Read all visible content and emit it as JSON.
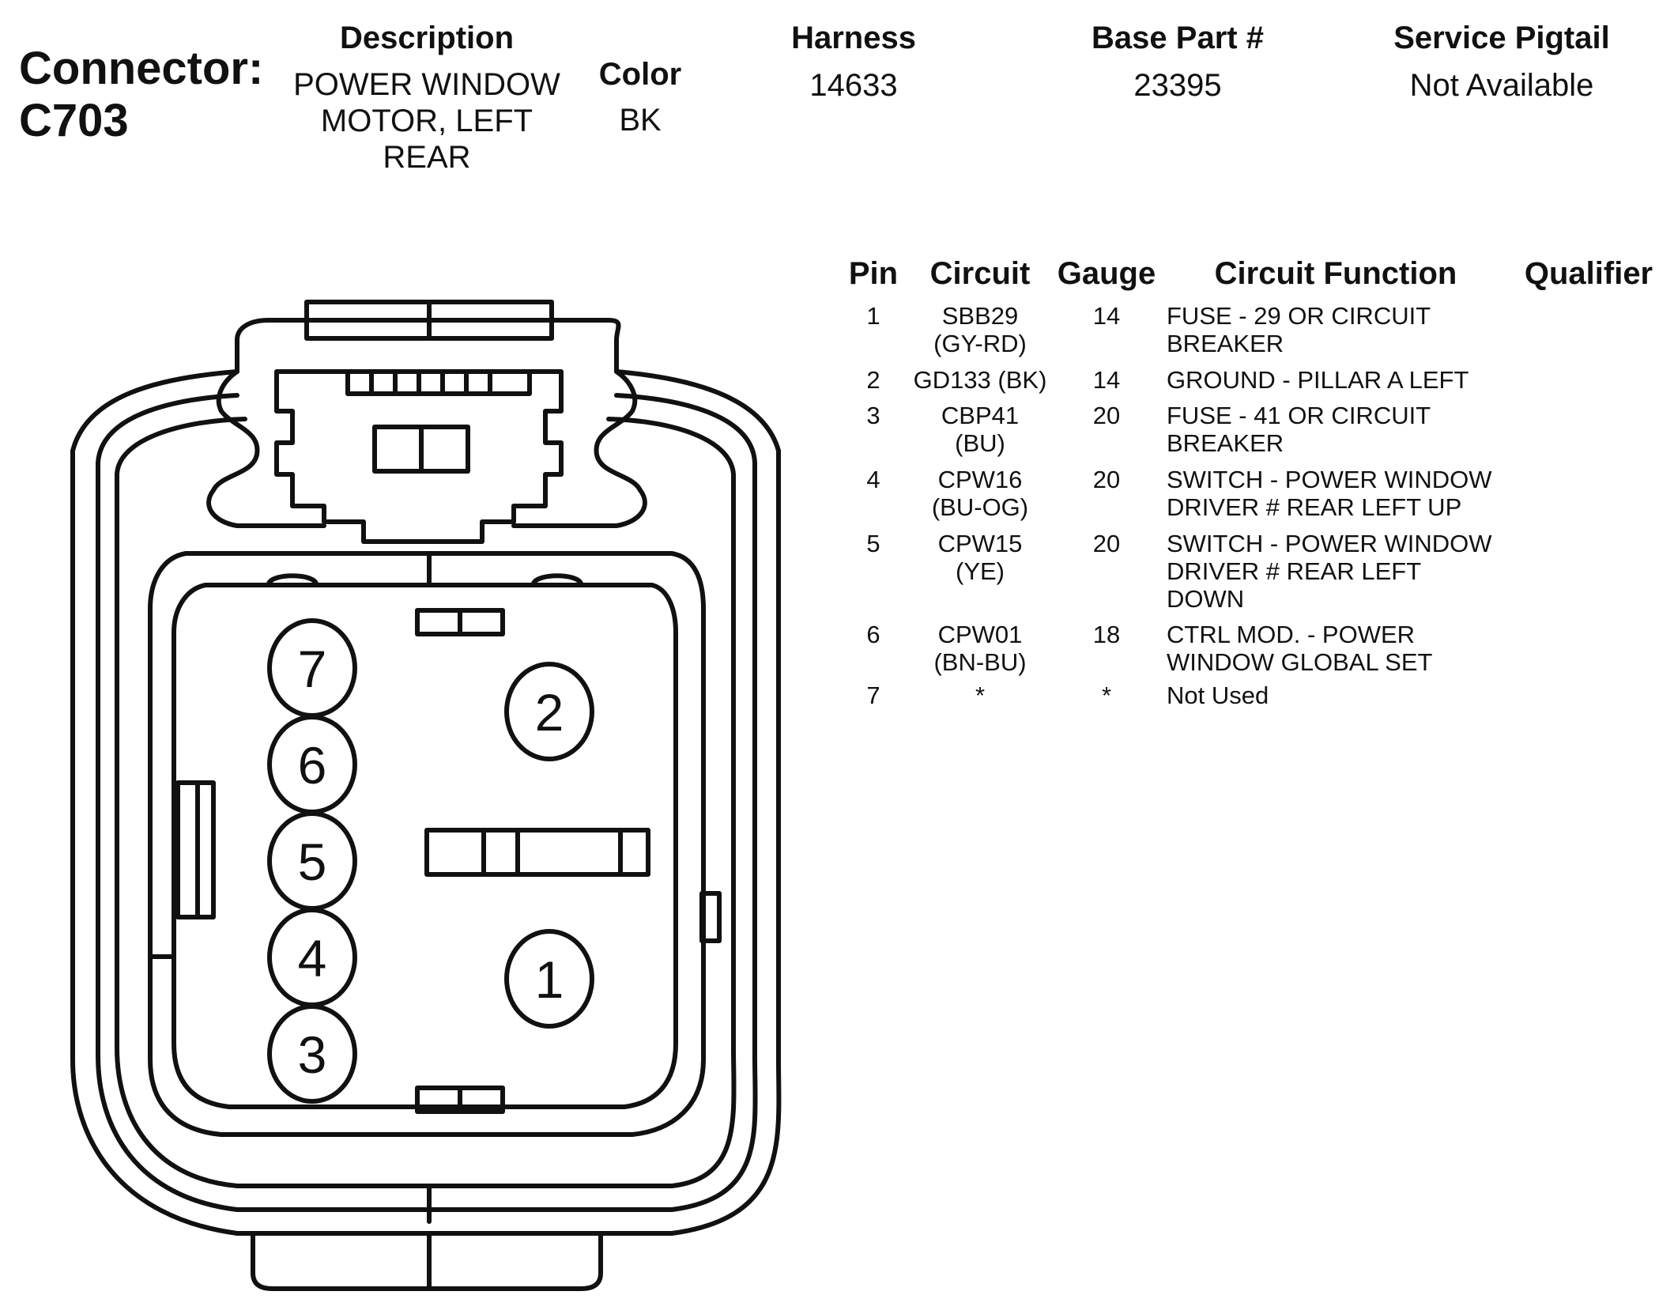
{
  "header": {
    "connector_label": "Connector:",
    "connector_id": "C703",
    "description_heading": "Description",
    "description_lines": [
      "POWER WINDOW",
      "MOTOR, LEFT",
      "REAR"
    ],
    "color_heading": "Color",
    "color_value": "BK",
    "harness_heading": "Harness",
    "harness_value": "14633",
    "base_part_heading": "Base Part #",
    "base_part_value": "23395",
    "service_pigtail_heading": "Service Pigtail",
    "service_pigtail_value": "Not Available"
  },
  "pin_table": {
    "headers": {
      "pin": "Pin",
      "circuit": "Circuit",
      "gauge": "Gauge",
      "function": "Circuit Function",
      "qualifier": "Qualifier"
    },
    "rows": [
      {
        "pin": "1",
        "circuit": [
          "SBB29",
          "(GY-RD)"
        ],
        "gauge": "14",
        "function": [
          "FUSE - 29 OR CIRCUIT",
          "BREAKER"
        ],
        "qualifier": ""
      },
      {
        "pin": "2",
        "circuit": [
          "GD133 (BK)"
        ],
        "gauge": "14",
        "function": [
          "GROUND - PILLAR A LEFT"
        ],
        "qualifier": ""
      },
      {
        "pin": "3",
        "circuit": [
          "CBP41",
          "(BU)"
        ],
        "gauge": "20",
        "function": [
          "FUSE - 41 OR CIRCUIT",
          "BREAKER"
        ],
        "qualifier": ""
      },
      {
        "pin": "4",
        "circuit": [
          "CPW16",
          "(BU-OG)"
        ],
        "gauge": "20",
        "function": [
          "SWITCH - POWER WINDOW",
          "DRIVER # REAR LEFT UP"
        ],
        "qualifier": ""
      },
      {
        "pin": "5",
        "circuit": [
          "CPW15",
          "(YE)"
        ],
        "gauge": "20",
        "function": [
          "SWITCH - POWER WINDOW",
          "DRIVER # REAR LEFT",
          "DOWN"
        ],
        "qualifier": ""
      },
      {
        "pin": "6",
        "circuit": [
          "CPW01",
          "(BN-BU)"
        ],
        "gauge": "18",
        "function": [
          "CTRL MOD. - POWER",
          "WINDOW GLOBAL SET"
        ],
        "qualifier": ""
      },
      {
        "pin": "7",
        "circuit": [
          "*"
        ],
        "gauge": "*",
        "function": [
          "Not Used"
        ],
        "qualifier": ""
      }
    ]
  },
  "connector_diagram": {
    "pin_labels": [
      "1",
      "2",
      "3",
      "4",
      "5",
      "6",
      "7"
    ],
    "line_color": "#111111"
  }
}
